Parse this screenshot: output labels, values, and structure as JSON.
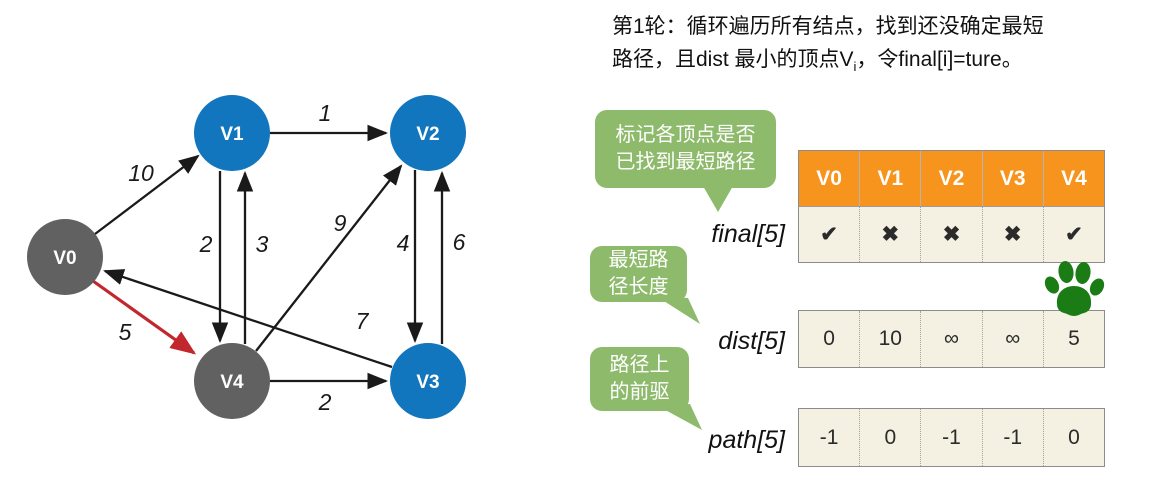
{
  "note": {
    "line1": "第1轮：循环遍历所有结点，找到还没确定最短",
    "line2a": "路径，且dist 最小的顶点V",
    "line2_sub": "i",
    "line2b": "，令final[i]=ture。"
  },
  "bubbles": {
    "final_hint": {
      "line1": "标记各顶点是否",
      "line2": "已找到最短路径"
    },
    "dist_hint": {
      "line1": "最短路",
      "line2": "径长度"
    },
    "path_hint": {
      "line1": "路径上",
      "line2": "的前驱"
    }
  },
  "graph": {
    "nodes": [
      {
        "id": "V0",
        "label": "V0",
        "color": "#616161"
      },
      {
        "id": "V1",
        "label": "V1",
        "color": "#1176bd"
      },
      {
        "id": "V2",
        "label": "V2",
        "color": "#1176bd"
      },
      {
        "id": "V3",
        "label": "V3",
        "color": "#1176bd"
      },
      {
        "id": "V4",
        "label": "V4",
        "color": "#616161"
      }
    ],
    "edges": [
      {
        "from": "V0",
        "to": "V1",
        "weight": "10"
      },
      {
        "from": "V1",
        "to": "V2",
        "weight": "1"
      },
      {
        "from": "V1",
        "to": "V4",
        "weight": "2"
      },
      {
        "from": "V4",
        "to": "V1",
        "weight": "3"
      },
      {
        "from": "V4",
        "to": "V2",
        "weight": "9"
      },
      {
        "from": "V2",
        "to": "V3",
        "weight": "4"
      },
      {
        "from": "V3",
        "to": "V2",
        "weight": "6"
      },
      {
        "from": "V4",
        "to": "V3",
        "weight": "2"
      },
      {
        "from": "V3",
        "to": "V0",
        "weight": "7"
      },
      {
        "from": "V0",
        "to": "V4",
        "weight": "5",
        "highlight": true
      }
    ]
  },
  "table": {
    "headers": [
      "V0",
      "V1",
      "V2",
      "V3",
      "V4"
    ],
    "final": {
      "label": "final[5]",
      "cells": [
        {
          "glyph": "✔",
          "state": "yes"
        },
        {
          "glyph": "✖",
          "state": "no"
        },
        {
          "glyph": "✖",
          "state": "no"
        },
        {
          "glyph": "✖",
          "state": "no"
        },
        {
          "glyph": "✔",
          "state": "yes"
        }
      ]
    },
    "dist": {
      "label": "dist[5]",
      "values": [
        "0",
        "10",
        "∞",
        "∞",
        "5"
      ]
    },
    "path": {
      "label": "path[5]",
      "values": [
        "-1",
        "0",
        "-1",
        "-1",
        "0"
      ]
    }
  },
  "colors": {
    "node_blue": "#1176bd",
    "node_gray": "#616161",
    "edge_black": "#1a1a1a",
    "edge_red": "#c1272d",
    "header_orange": "#f7941e",
    "cell_cream": "#f4f0e2",
    "bubble_green": "#8eba6c",
    "paw_green": "#1b7b15",
    "check_dark": "#3f4245",
    "cross_red": "#da1f1f"
  }
}
